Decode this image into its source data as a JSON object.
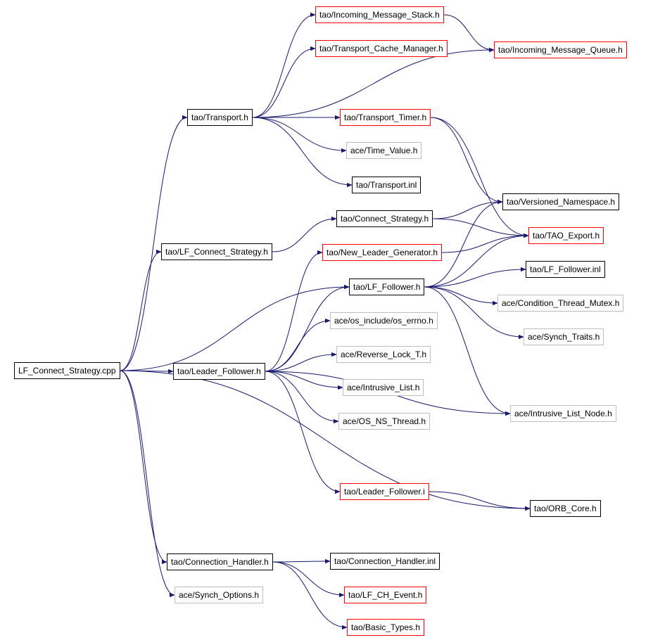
{
  "colors": {
    "edge": "#191970",
    "border_normal": "#000000",
    "border_red": "#ff0000",
    "border_gray": "#bfbfbf",
    "root_fill": "#000000",
    "root_text": "#ffffff"
  },
  "nodes": [
    {
      "id": "root",
      "label": "LF_Connect_Strategy.cpp",
      "style": "root"
    },
    {
      "id": "transport",
      "label": "tao/Transport.h",
      "style": "normal"
    },
    {
      "id": "lfcs",
      "label": "tao/LF_Connect_Strategy.h",
      "style": "normal"
    },
    {
      "id": "lf",
      "label": "tao/Leader_Follower.h",
      "style": "normal"
    },
    {
      "id": "lffollower",
      "label": "tao/LF_Follower.h",
      "style": "normal"
    },
    {
      "id": "orbcore",
      "label": "tao/ORB_Core.h",
      "style": "normal"
    },
    {
      "id": "connhandler",
      "label": "tao/Connection_Handler.h",
      "style": "normal"
    },
    {
      "id": "synchopt",
      "label": "ace/Synch_Options.h",
      "style": "gray"
    },
    {
      "id": "ims",
      "label": "tao/Incoming_Message_Stack.h",
      "style": "red"
    },
    {
      "id": "tcm",
      "label": "tao/Transport_Cache_Manager.h",
      "style": "red"
    },
    {
      "id": "imq",
      "label": "tao/Incoming_Message_Queue.h",
      "style": "red"
    },
    {
      "id": "ttimer",
      "label": "tao/Transport_Timer.h",
      "style": "red"
    },
    {
      "id": "timevalue",
      "label": "ace/Time_Value.h",
      "style": "gray"
    },
    {
      "id": "transportinl",
      "label": "tao/Transport.inl",
      "style": "normal"
    },
    {
      "id": "versioned",
      "label": "tao/Versioned_Namespace.h",
      "style": "normal"
    },
    {
      "id": "connstrat",
      "label": "tao/Connect_Strategy.h",
      "style": "normal"
    },
    {
      "id": "taoexport",
      "label": "tao/TAO_Export.h",
      "style": "red"
    },
    {
      "id": "newleader",
      "label": "tao/New_Leader_Generator.h",
      "style": "red"
    },
    {
      "id": "lffollowerinl",
      "label": "tao/LF_Follower.inl",
      "style": "normal"
    },
    {
      "id": "condmutex",
      "label": "ace/Condition_Thread_Mutex.h",
      "style": "gray"
    },
    {
      "id": "synchtraits",
      "label": "ace/Synch_Traits.h",
      "style": "gray"
    },
    {
      "id": "oserrno",
      "label": "ace/os_include/os_errno.h",
      "style": "gray"
    },
    {
      "id": "revlock",
      "label": "ace/Reverse_Lock_T.h",
      "style": "gray"
    },
    {
      "id": "intrlist",
      "label": "ace/Intrusive_List.h",
      "style": "gray"
    },
    {
      "id": "osnsthread",
      "label": "ace/OS_NS_Thread.h",
      "style": "gray"
    },
    {
      "id": "intrlistnode",
      "label": "ace/Intrusive_List_Node.h",
      "style": "gray"
    },
    {
      "id": "lfi",
      "label": "tao/Leader_Follower.i",
      "style": "red"
    },
    {
      "id": "chinl",
      "label": "tao/Connection_Handler.inl",
      "style": "normal"
    },
    {
      "id": "lfchevent",
      "label": "tao/LF_CH_Event.h",
      "style": "red"
    },
    {
      "id": "basictypes",
      "label": "tao/Basic_Types.h",
      "style": "red"
    }
  ],
  "edges": [
    [
      "root",
      "transport"
    ],
    [
      "root",
      "lfcs"
    ],
    [
      "root",
      "lf"
    ],
    [
      "root",
      "lffollower"
    ],
    [
      "root",
      "orbcore"
    ],
    [
      "root",
      "connhandler"
    ],
    [
      "root",
      "synchopt"
    ],
    [
      "transport",
      "ims"
    ],
    [
      "transport",
      "tcm"
    ],
    [
      "transport",
      "imq"
    ],
    [
      "transport",
      "ttimer"
    ],
    [
      "transport",
      "timevalue"
    ],
    [
      "transport",
      "transportinl"
    ],
    [
      "ims",
      "imq"
    ],
    [
      "ttimer",
      "versioned"
    ],
    [
      "ttimer",
      "taoexport"
    ],
    [
      "lfcs",
      "connstrat"
    ],
    [
      "connstrat",
      "versioned"
    ],
    [
      "connstrat",
      "taoexport"
    ],
    [
      "newleader",
      "taoexport"
    ],
    [
      "lffollower",
      "versioned"
    ],
    [
      "lffollower",
      "taoexport"
    ],
    [
      "lffollower",
      "lffollowerinl"
    ],
    [
      "lffollower",
      "condmutex"
    ],
    [
      "lffollower",
      "synchtraits"
    ],
    [
      "lffollower",
      "intrlistnode"
    ],
    [
      "lf",
      "newleader"
    ],
    [
      "lf",
      "lffollower"
    ],
    [
      "lf",
      "oserrno"
    ],
    [
      "lf",
      "revlock"
    ],
    [
      "lf",
      "intrlist"
    ],
    [
      "lf",
      "osnsthread"
    ],
    [
      "lf",
      "intrlistnode"
    ],
    [
      "lf",
      "lfi"
    ],
    [
      "lfi",
      "orbcore"
    ],
    [
      "connhandler",
      "chinl"
    ],
    [
      "connhandler",
      "lfchevent"
    ],
    [
      "connhandler",
      "basictypes"
    ]
  ]
}
